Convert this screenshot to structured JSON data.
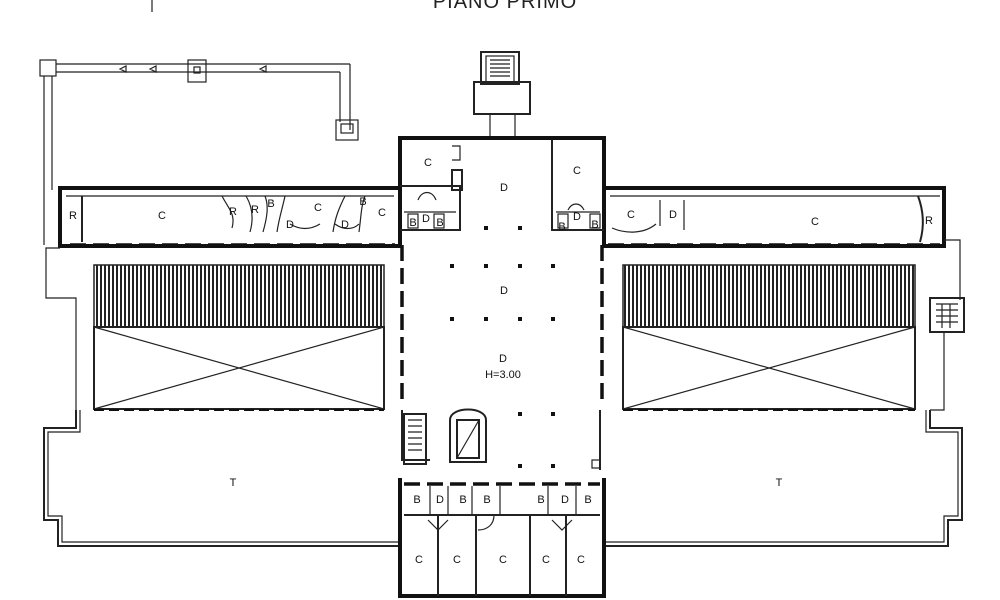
{
  "plan": {
    "title": "PIANO PRIMO",
    "height_note": "H=3.00",
    "rooms": {
      "c_left_corridor": "C",
      "r_left": "R",
      "r_a": "R",
      "r_b": "R",
      "b_a": "B",
      "d_a": "D",
      "c_a": "C",
      "b_b": "B",
      "d_b": "D",
      "c_b": "C",
      "c_top_left": "C",
      "b_top_l1": "B",
      "d_top_l": "D",
      "b_top_l2": "B",
      "d_top_center": "D",
      "c_top_right": "C",
      "b_top_r1": "B",
      "d_top_r": "D",
      "b_top_r2": "B",
      "c_right_a": "C",
      "d_right_a": "D",
      "c_right_corridor": "C",
      "r_right": "R",
      "d_hall_mid": "D",
      "d_hall_low": "D",
      "t_left": "T",
      "t_right": "T",
      "b_bot_1": "B",
      "d_bot_1": "D",
      "b_bot_2": "B",
      "b_bot_3": "B",
      "b_bot_4": "B",
      "d_bot_2": "D",
      "b_bot_5": "B",
      "c_bot_1": "C",
      "c_bot_2": "C",
      "c_bot_3": "C",
      "c_bot_4": "C",
      "c_bot_5": "C"
    }
  }
}
